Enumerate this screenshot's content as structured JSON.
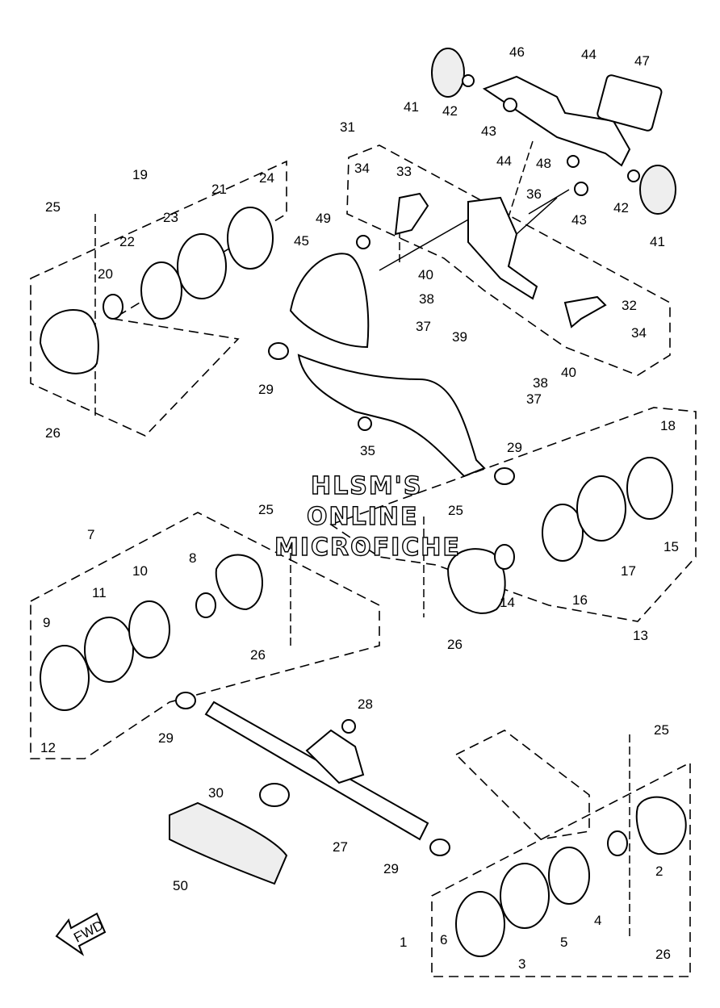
{
  "watermark": {
    "line1": "HLSM'S",
    "line2": "ONLINE",
    "line3": "MICROFICHE"
  },
  "fwd_label": "FWD",
  "callouts": [
    {
      "id": "c1",
      "text": "1"
    },
    {
      "id": "c2",
      "text": "2"
    },
    {
      "id": "c3",
      "text": "3"
    },
    {
      "id": "c4",
      "text": "4"
    },
    {
      "id": "c5",
      "text": "5"
    },
    {
      "id": "c6",
      "text": "6"
    },
    {
      "id": "c7",
      "text": "7"
    },
    {
      "id": "c8",
      "text": "8"
    },
    {
      "id": "c9",
      "text": "9"
    },
    {
      "id": "c10",
      "text": "10"
    },
    {
      "id": "c11",
      "text": "11"
    },
    {
      "id": "c12",
      "text": "12"
    },
    {
      "id": "c13",
      "text": "13"
    },
    {
      "id": "c14",
      "text": "14"
    },
    {
      "id": "c15",
      "text": "15"
    },
    {
      "id": "c16",
      "text": "16"
    },
    {
      "id": "c17",
      "text": "17"
    },
    {
      "id": "c18",
      "text": "18"
    },
    {
      "id": "c19",
      "text": "19"
    },
    {
      "id": "c20",
      "text": "20"
    },
    {
      "id": "c21",
      "text": "21"
    },
    {
      "id": "c22",
      "text": "22"
    },
    {
      "id": "c23",
      "text": "23"
    },
    {
      "id": "c24",
      "text": "24"
    },
    {
      "id": "c25a",
      "text": "25"
    },
    {
      "id": "c25b",
      "text": "25"
    },
    {
      "id": "c25c",
      "text": "25"
    },
    {
      "id": "c25d",
      "text": "25"
    },
    {
      "id": "c26a",
      "text": "26"
    },
    {
      "id": "c26b",
      "text": "26"
    },
    {
      "id": "c26c",
      "text": "26"
    },
    {
      "id": "c26d",
      "text": "26"
    },
    {
      "id": "c27",
      "text": "27"
    },
    {
      "id": "c28",
      "text": "28"
    },
    {
      "id": "c29a",
      "text": "29"
    },
    {
      "id": "c29b",
      "text": "29"
    },
    {
      "id": "c29c",
      "text": "29"
    },
    {
      "id": "c29d",
      "text": "29"
    },
    {
      "id": "c30",
      "text": "30"
    },
    {
      "id": "c31",
      "text": "31"
    },
    {
      "id": "c32",
      "text": "32"
    },
    {
      "id": "c33",
      "text": "33"
    },
    {
      "id": "c34a",
      "text": "34"
    },
    {
      "id": "c34b",
      "text": "34"
    },
    {
      "id": "c35",
      "text": "35"
    },
    {
      "id": "c36",
      "text": "36"
    },
    {
      "id": "c37a",
      "text": "37"
    },
    {
      "id": "c37b",
      "text": "37"
    },
    {
      "id": "c38a",
      "text": "38"
    },
    {
      "id": "c38b",
      "text": "38"
    },
    {
      "id": "c39",
      "text": "39"
    },
    {
      "id": "c40a",
      "text": "40"
    },
    {
      "id": "c40b",
      "text": "40"
    },
    {
      "id": "c41a",
      "text": "41"
    },
    {
      "id": "c41b",
      "text": "41"
    },
    {
      "id": "c42a",
      "text": "42"
    },
    {
      "id": "c42b",
      "text": "42"
    },
    {
      "id": "c43a",
      "text": "43"
    },
    {
      "id": "c43b",
      "text": "43"
    },
    {
      "id": "c44a",
      "text": "44"
    },
    {
      "id": "c44b",
      "text": "44"
    },
    {
      "id": "c45",
      "text": "45"
    },
    {
      "id": "c46",
      "text": "46"
    },
    {
      "id": "c47",
      "text": "47"
    },
    {
      "id": "c48",
      "text": "48"
    },
    {
      "id": "c49",
      "text": "49"
    },
    {
      "id": "c50",
      "text": "50"
    }
  ]
}
